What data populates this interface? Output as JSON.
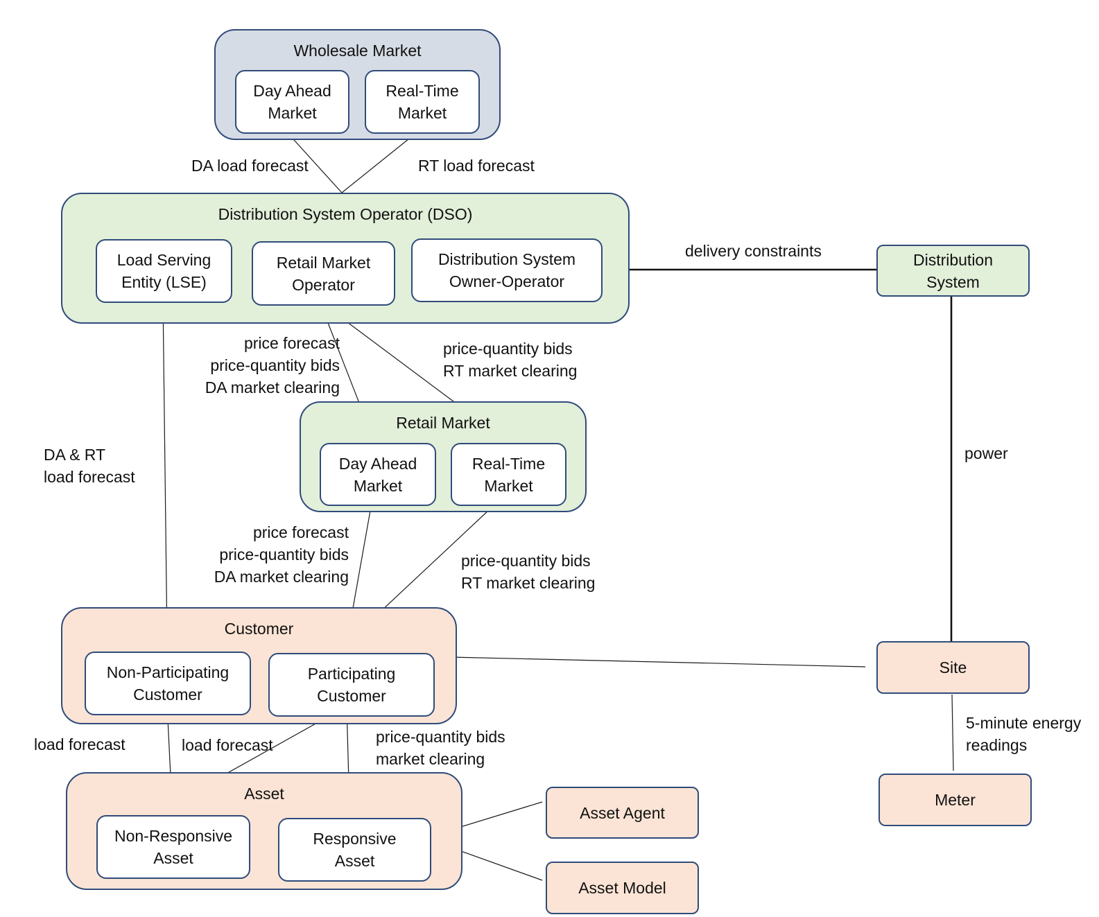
{
  "groups": {
    "wholesale": "Wholesale Market",
    "dso": "Distribution System Operator (DSO)",
    "retail": "Retail Market",
    "customer": "Customer",
    "asset": "Asset"
  },
  "nodes": {
    "wm_day_ahead": "Day Ahead\nMarket",
    "wm_real_time": "Real-Time\nMarket",
    "lse": "Load Serving\nEntity (LSE)",
    "rmo": "Retail Market\nOperator",
    "dsoo": "Distribution System\nOwner-Operator",
    "rm_day_ahead": "Day Ahead\nMarket",
    "rm_real_time": "Real-Time\nMarket",
    "non_participating": "Non-Participating\nCustomer",
    "participating": "Participating\nCustomer",
    "non_responsive": "Non-Responsive\nAsset",
    "responsive": "Responsive\nAsset",
    "distribution_system": "Distribution\nSystem",
    "site": "Site",
    "meter": "Meter",
    "asset_agent": "Asset Agent",
    "asset_model": "Asset Model"
  },
  "labels": {
    "da_load_forecast": "DA load forecast",
    "rt_load_forecast": "RT load forecast",
    "delivery_constraints": "delivery constraints",
    "rmo_da_flows": "price forecast\nprice-quantity bids\nDA market clearing",
    "rmo_rt_flows": "price-quantity bids\nRT market clearing",
    "lse_load_forecast": "DA & RT\nload forecast",
    "power": "power",
    "rm_da_flows": "price forecast\nprice-quantity bids\nDA market clearing",
    "rm_rt_flows": "price-quantity bids\nRT market clearing",
    "load_forecast_left": "load forecast",
    "load_forecast_mid": "load forecast",
    "asset_flows": "price-quantity bids\nmarket clearing",
    "meter_readings": "5-minute energy\nreadings"
  },
  "colors": {
    "border": "#2f4b7a",
    "wholesale_fill": "#d6dce5",
    "green_fill": "#e2efd9",
    "peach_fill": "#fbe4d5"
  }
}
